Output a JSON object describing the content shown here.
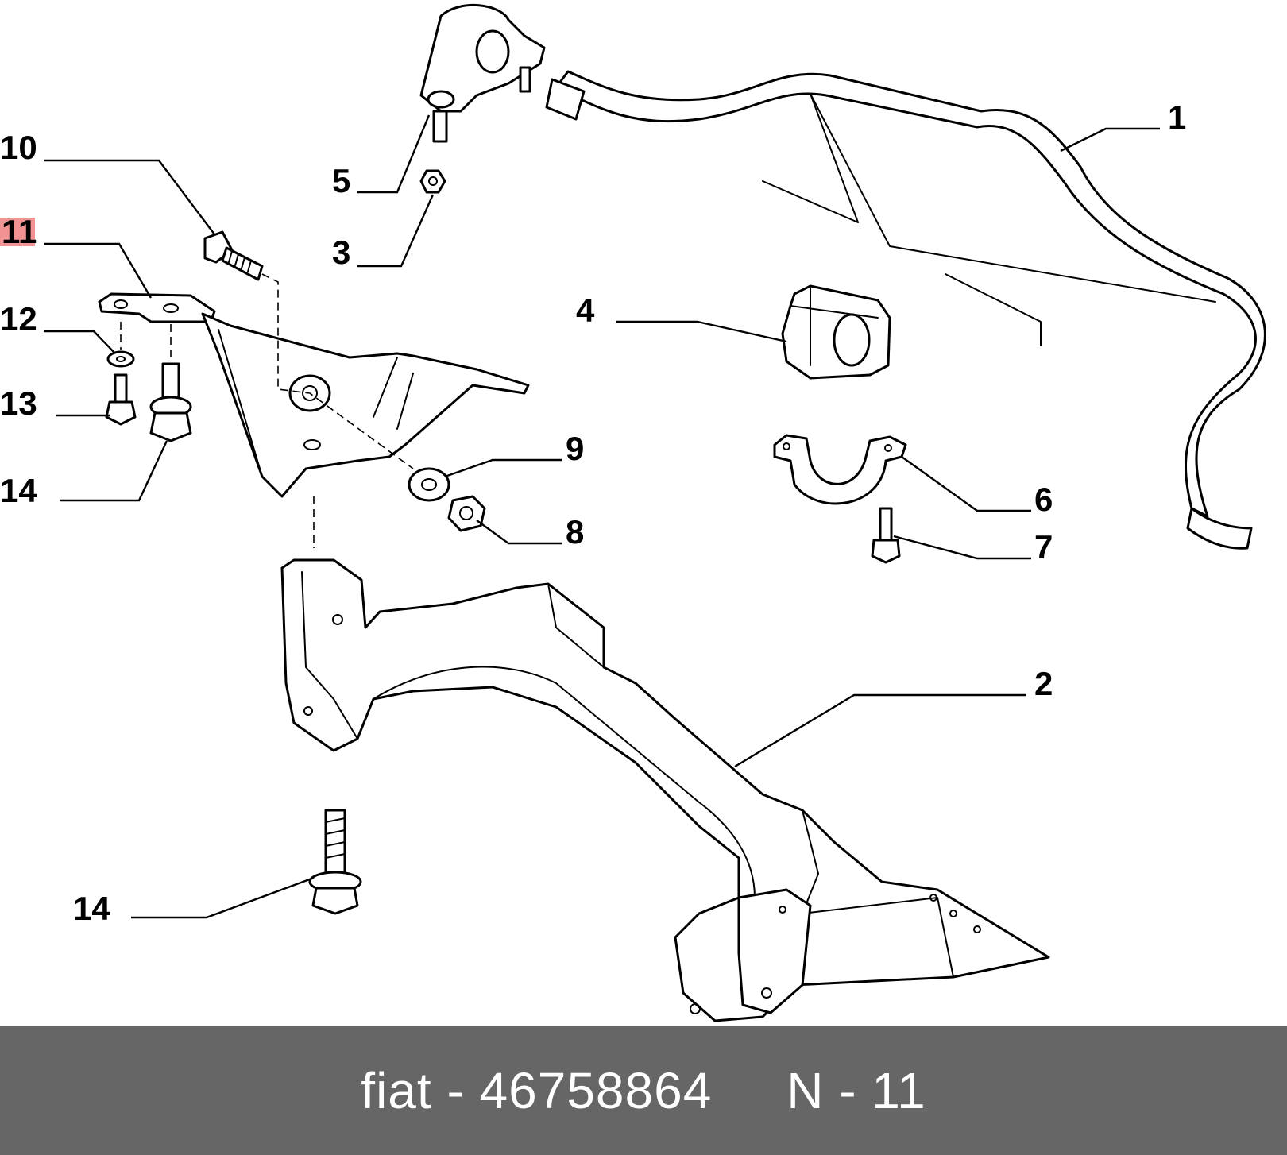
{
  "callouts": {
    "c1": "1",
    "c2": "2",
    "c3": "3",
    "c4": "4",
    "c5": "5",
    "c6": "6",
    "c7": "7",
    "c8": "8",
    "c9": "9",
    "c10": "10",
    "c11": "11",
    "c12": "12",
    "c13": "13",
    "c14_top": "14",
    "c14_bottom": "14"
  },
  "highlighted_callout": "11",
  "highlight_color": "#f08080",
  "footer": {
    "brand": "fiat",
    "separator": " - ",
    "part_number": "46758864",
    "gap": "     ",
    "position_label": "N - 11"
  },
  "colors": {
    "footer_bg": "#666666",
    "footer_text": "#ffffff",
    "line": "#000000"
  }
}
